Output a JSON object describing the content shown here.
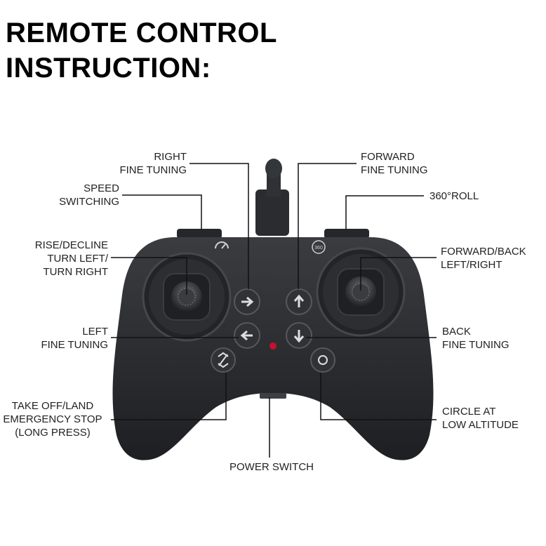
{
  "title": [
    "REMOTE CONTROL",
    "INSTRUCTION:"
  ],
  "labels": {
    "right_fine_tuning": [
      "RIGHT",
      "FINE TUNING"
    ],
    "forward_fine_tuning": [
      "FORWARD",
      "FINE TUNING"
    ],
    "speed_switching": [
      "SPEED",
      "SWITCHING"
    ],
    "roll_360": [
      "360°ROLL"
    ],
    "rise_decline": [
      "RISE/DECLINE",
      "TURN LEFT/",
      "TURN RIGHT"
    ],
    "forward_back": [
      "FORWARD/BACK",
      "LEFT/RIGHT"
    ],
    "left_fine_tuning": [
      "LEFT",
      "FINE TUNING"
    ],
    "back_fine_tuning": [
      "BACK",
      "FINE TUNING"
    ],
    "takeoff_land": [
      "TAKE OFF/LAND",
      "EMERGENCY STOP",
      "(LONG PRESS)"
    ],
    "circle_low_altitude": [
      "CIRCLE AT",
      "LOW ALTITUDE"
    ],
    "power_switch": [
      "POWER SWITCH"
    ]
  },
  "controller": {
    "body_color": "#2b2d30",
    "button_color": "#303236",
    "led_color": "#c8102e",
    "speed_icon": "speedometer-icon",
    "roll_icon_text": "360"
  }
}
